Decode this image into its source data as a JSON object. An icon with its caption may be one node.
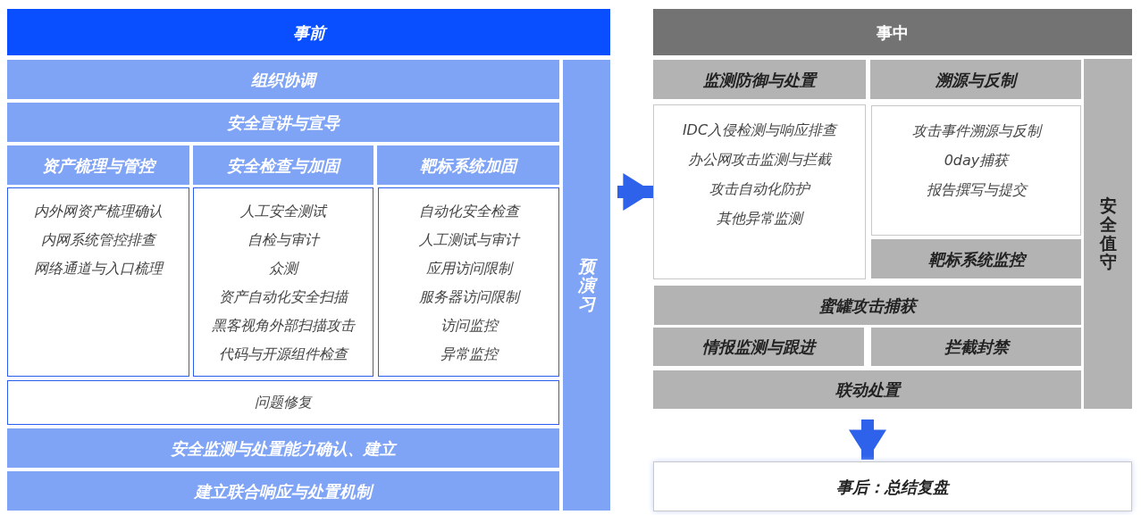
{
  "diagram": {
    "nodes": [
      {
        "text": [
          "事前"
        ]
      },
      {
        "text": [
          "组织协调"
        ]
      },
      {
        "text": [
          "安全宣讲与宣导"
        ]
      },
      {
        "text": [
          "资产梳理与管控"
        ]
      },
      {
        "text": [
          "安全检查与加固"
        ]
      },
      {
        "text": [
          "靶标系统加固"
        ]
      },
      {
        "text": [
          "内外网资产梳理确认",
          "内网系统管控排查",
          "网络通道与入口梳理"
        ]
      },
      {
        "text": [
          "人工安全测试",
          "自检与审计",
          "众测",
          "资产自动化安全扫描",
          "黑客视角外部扫描攻击",
          "代码与开源组件检查"
        ]
      },
      {
        "text": [
          "自动化安全检查",
          "人工测试与审计",
          "应用访问限制",
          "服务器访问限制",
          "访问监控",
          "异常监控"
        ]
      },
      {
        "text": [
          "问题修复"
        ]
      },
      {
        "text": [
          "安全监测与处置能力确认、建立"
        ]
      },
      {
        "text": [
          "建立联合响应与处置机制"
        ]
      },
      {
        "text": [
          "预演习"
        ]
      },
      {
        "text": [
          "事中"
        ]
      },
      {
        "text": [
          "监测防御与处置"
        ]
      },
      {
        "text": [
          "溯源与反制"
        ]
      },
      {
        "text": [
          "IDC入侵检测与响应排查",
          "办公网攻击监测与拦截",
          "攻击自动化防护",
          "其他异常监测"
        ]
      },
      {
        "text": [
          "攻击事件溯源与反制",
          "0day捕获",
          "报告撰写与提交"
        ]
      },
      {
        "text": [
          "靶标系统监控"
        ]
      },
      {
        "text": [
          "蜜罐攻击捕获"
        ]
      },
      {
        "text": [
          "情报监测与跟进"
        ]
      },
      {
        "text": [
          "拦截封禁"
        ]
      },
      {
        "text": [
          "联动处置"
        ]
      },
      {
        "text": [
          "安全值守"
        ]
      },
      {
        "text": [
          "事后：总结复盘"
        ]
      }
    ],
    "edges": [
      {
        "from": 12,
        "to": 16,
        "arrow": "to"
      },
      {
        "from": 22,
        "to": 24,
        "arrow": "to"
      }
    ]
  }
}
